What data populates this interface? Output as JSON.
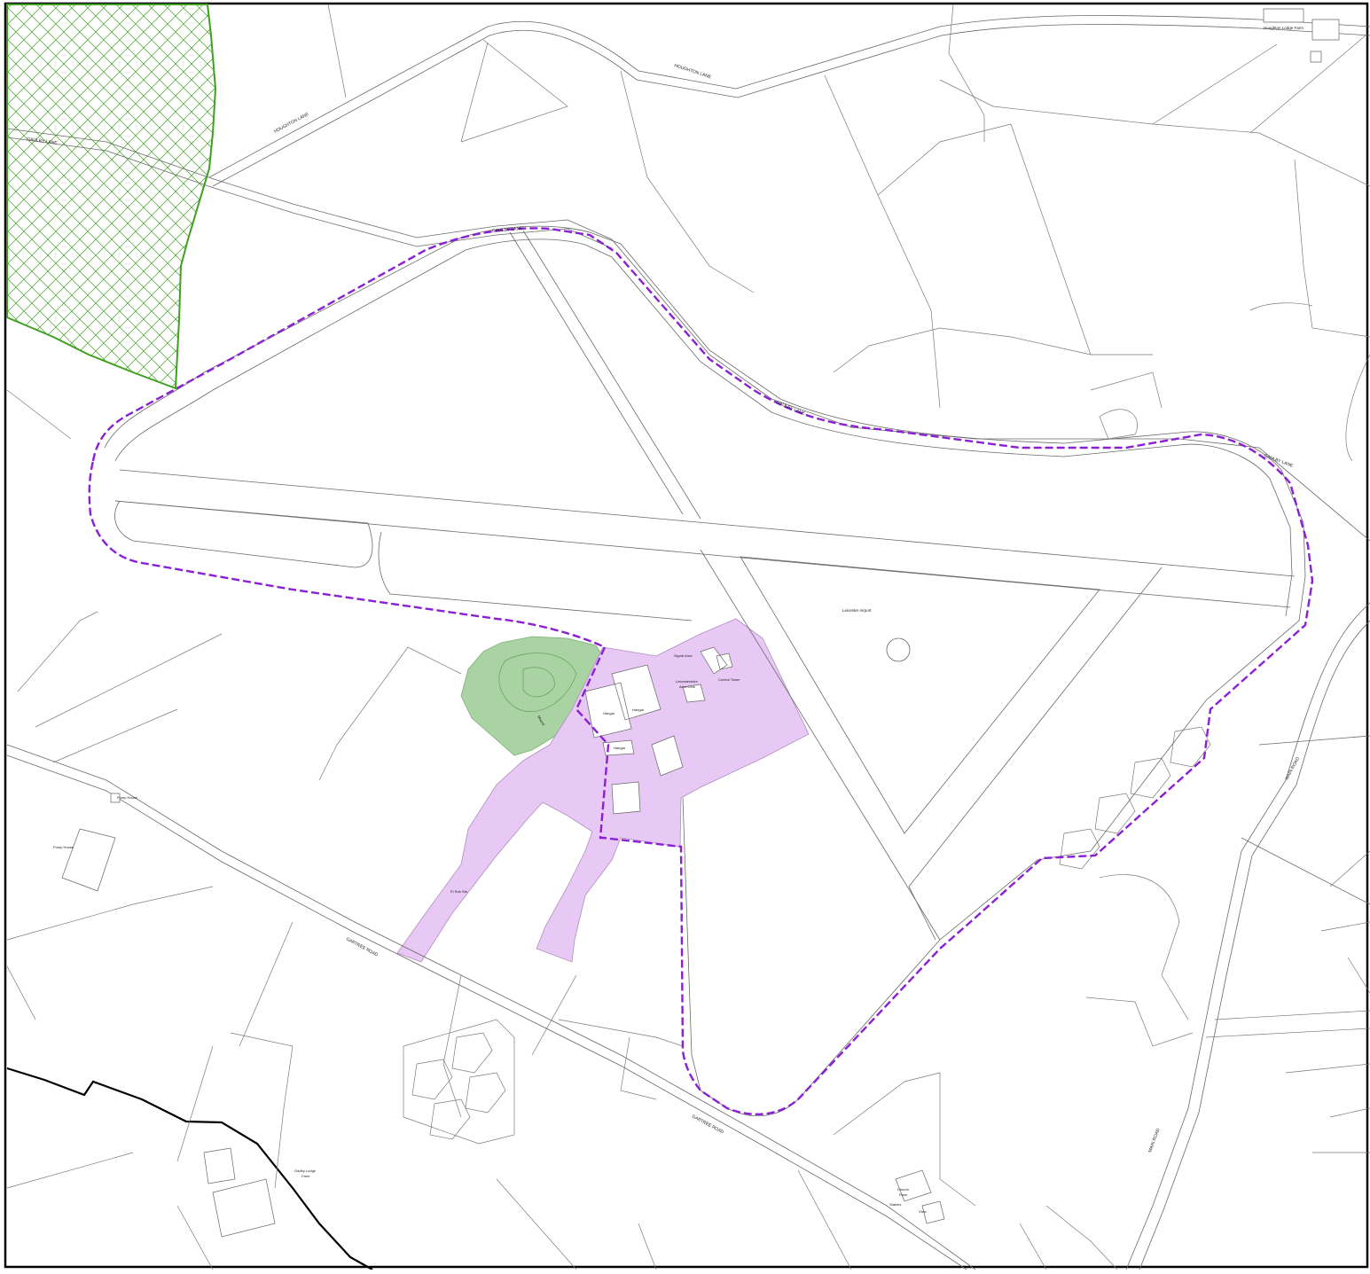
{
  "colors": {
    "boundary": "#8a1fd6",
    "green_hatch": "#3fa020",
    "development": "#e8c8f4",
    "woodland": "#a9d3a2",
    "parish": "#000000",
    "base": "#6a6a6a"
  },
  "roads": {
    "houghton_lane_1": "HOUGHTON LANE",
    "houghton_lane_2": "HOUGHTON LANE",
    "gaulby_lane_1": "GAULBY LANE",
    "gaulby_lane_2": "GAULBY LANE",
    "gaulby_lane_3": "GAULBY LANE",
    "gaulby_lane_4": "GAULBY LANE",
    "gartree_road_1": "GARTREE ROAD",
    "gartree_road_2": "GARTREE ROAD",
    "main_road_1": "MAIN ROAD",
    "main_road_2": "MAIN ROAD"
  },
  "places": {
    "houghton_lodge_farm": "Houghton Lodge Farm",
    "leicester_airport": "Leicester Airport",
    "signal_area": "Signal Area",
    "aero_club_1": "Leicestershire",
    "aero_club_2": "Aero Club",
    "control_tower": "Control Tower",
    "hangar_1": "Hangar",
    "hangar_2": "Hangar",
    "hangar_3": "Hangar",
    "el_sub_sta": "El Sub Sta",
    "pump_house_1": "Pump House",
    "pump_house_2": "Pump House",
    "gadby_lodge_1": "Gadby Lodge",
    "gadby_lodge_2": "Farm",
    "church_1": "Church",
    "church_2": "Farm",
    "stables": "Stables",
    "view": "View",
    "mound": "Mound"
  }
}
